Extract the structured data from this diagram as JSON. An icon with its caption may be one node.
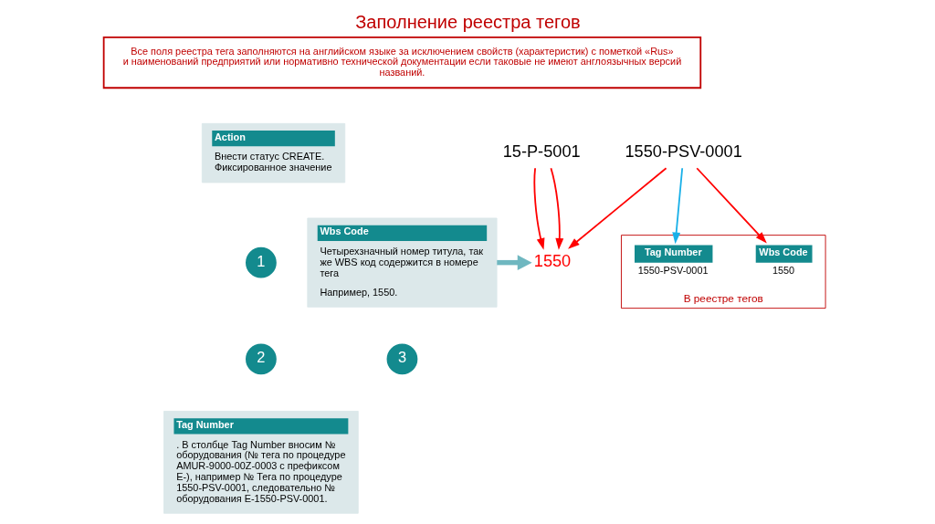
{
  "diagram": {
    "title": "Заполнение реестра тегов",
    "nodes": [
      {
        "text": [
          "Все поля реестра тега заполняются на английском языке за исключением свойств (характеристик) с пометкой «Rus» и наименований предприятий или нормативно технической документации если таковые не имеют англоязычных версий названий."
        ]
      },
      {
        "text": [
          "Action",
          "Внести статус CREATE. Фиксированное значение"
        ]
      },
      {
        "text": [
          "1"
        ]
      },
      {
        "text": [
          "2"
        ]
      },
      {
        "text": [
          "Tag Number",
          ". В столбце Tag Number вносим № оборудования (№ тега по процедуре AMUR-9000-00Z-0003 с префиксом E-), например № Тега по процедуре 1550-PSV-0001, следовательно № оборудования E-1550-PSV-0001."
        ]
      },
      {
        "text": [
          "Wbs Code",
          "Четырехзначный номер титула, так же WBS код содержится в номере тега",
          "Например, 1550."
        ]
      },
      {
        "text": [
          "3"
        ]
      },
      {
        "text": [
          "15-P-5001"
        ]
      },
      {
        "text": [
          "1550"
        ]
      },
      {
        "text": [
          "1550-PSV-0001"
        ]
      },
      {
        "text": [
          "В реестре тегов"
        ]
      },
      {
        "text": [
          "Wbs Code",
          "1550"
        ],
        "in": 10
      },
      {
        "text": [
          "Tag Number",
          "1550-PSV-0001"
        ],
        "in": 10
      }
    ],
    "edges": [
      {
        "from": 7,
        "to": 8,
        "arrow": "to",
        "color": "#ff0000"
      },
      {
        "from": 7,
        "to": 8,
        "arrow": "to",
        "color": "#ff0000"
      },
      {
        "from": 5,
        "to": 8,
        "arrow": "to",
        "style": "thick",
        "color": "#6fb7c0"
      },
      {
        "from": 9,
        "to": 8,
        "arrow": "to",
        "color": "#ff0000"
      },
      {
        "from": 9,
        "to": 11,
        "arrow": "to",
        "color": "#ff0000"
      },
      {
        "from": 9,
        "to": 12,
        "arrow": "to",
        "color": "#1ab0e8"
      }
    ]
  }
}
